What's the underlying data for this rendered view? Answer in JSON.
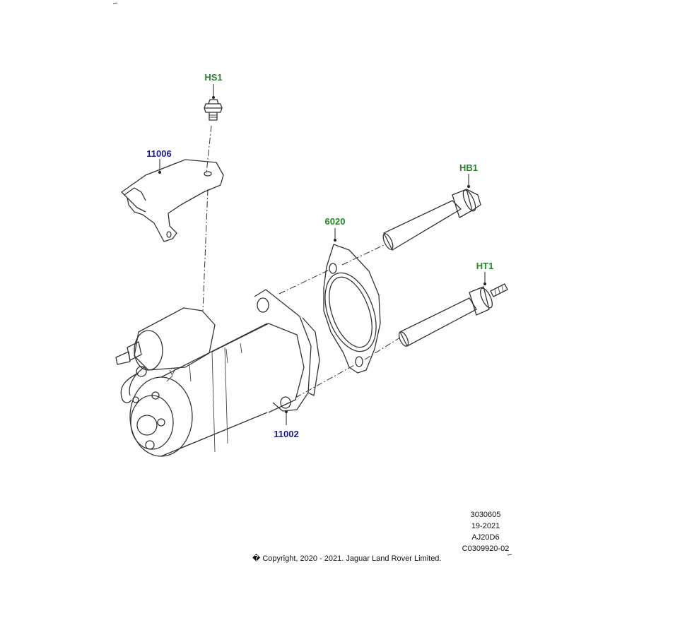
{
  "callouts": {
    "hs1": {
      "label": "HS1",
      "color": "#1f8a1f"
    },
    "p11006": {
      "label": "11006",
      "color": "#1a1aa6"
    },
    "hb1": {
      "label": "HB1",
      "color": "#1f8a1f"
    },
    "p6020": {
      "label": "6020",
      "color": "#1f8a1f"
    },
    "ht1": {
      "label": "HT1",
      "color": "#1f8a1f"
    },
    "p11002": {
      "label": "11002",
      "color": "#1a1aa6"
    }
  },
  "meta": {
    "line1": "3030605",
    "line2": "19-2021",
    "line3": "AJ20D6",
    "line4": "C0309920-02"
  },
  "copyright": "� Copyright, 2020 - 2021. Jaguar Land Rover Limited."
}
